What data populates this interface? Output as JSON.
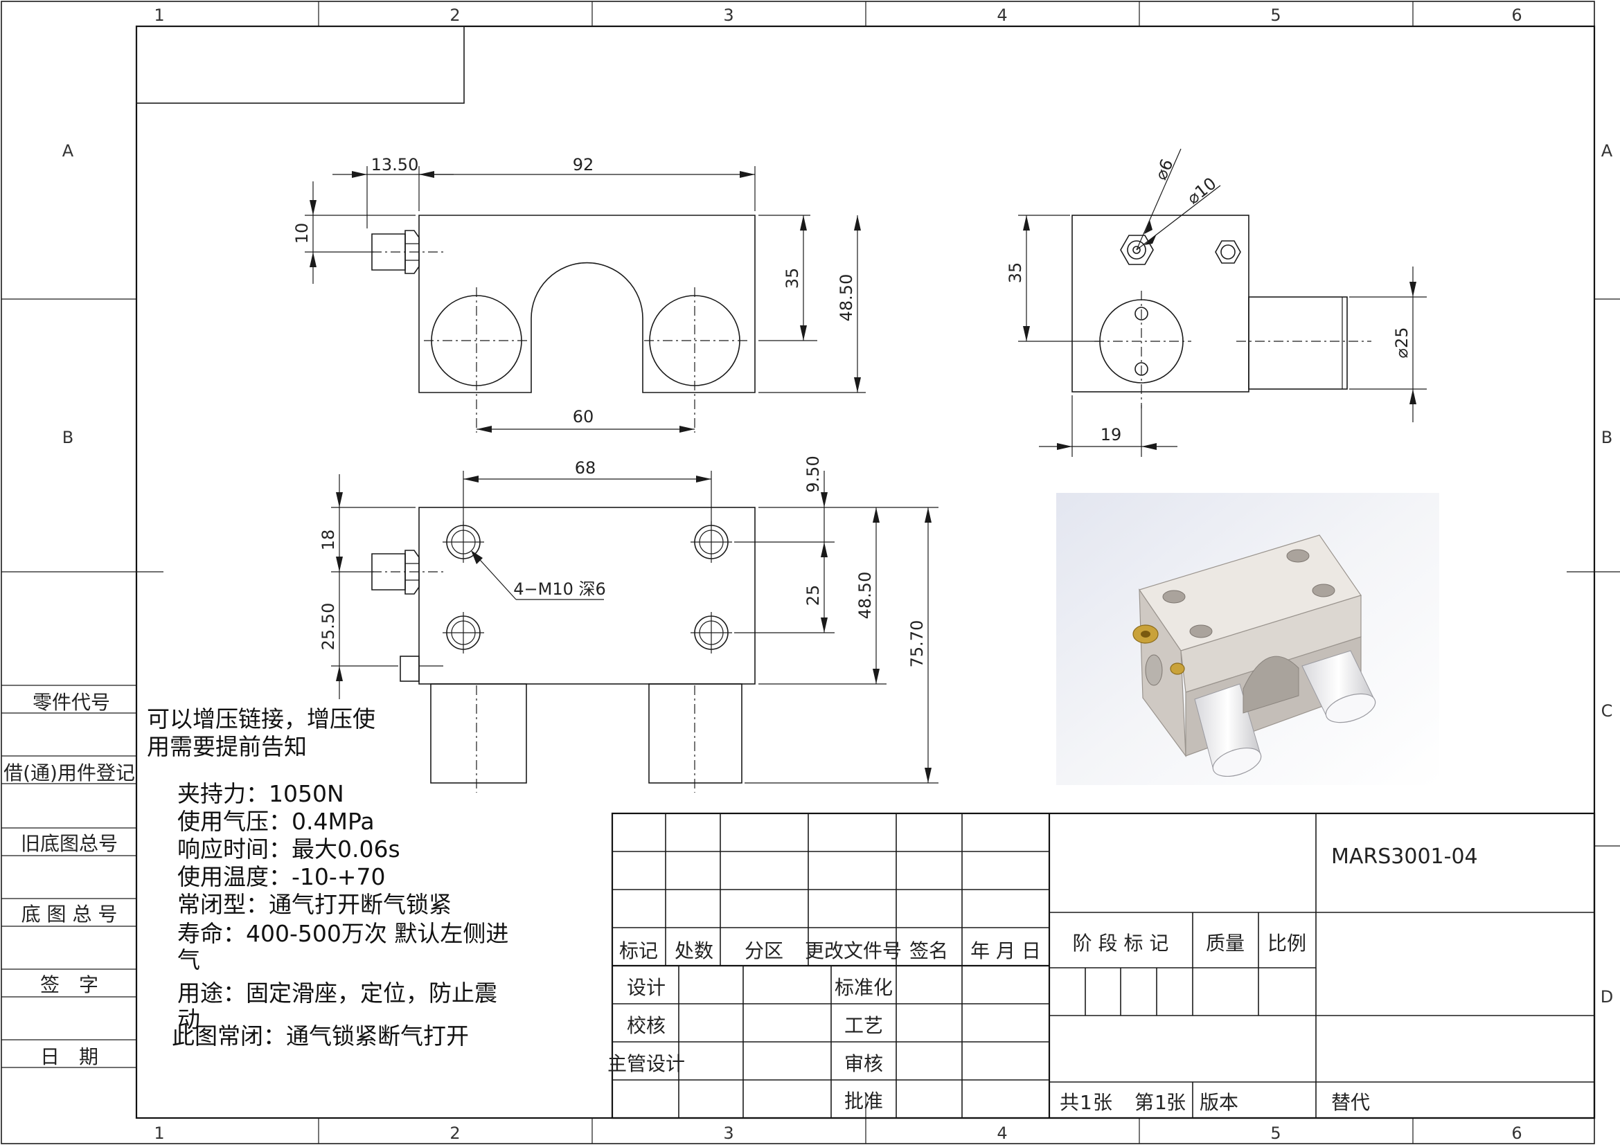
{
  "zones": {
    "columns": [
      "1",
      "2",
      "3",
      "4",
      "5",
      "6"
    ],
    "rows": [
      "A",
      "B",
      "C",
      "D"
    ]
  },
  "side_panel": [
    "零件代号",
    "借(通)用件登记",
    "旧底图总号",
    "底 图 总 号",
    "签　字",
    "日　期"
  ],
  "notes": {
    "line1": "可以增压链接，增压使",
    "line2": "用需要提前告知",
    "spec1": "夹持力：1050N",
    "spec2": "使用气压：0.4MPa",
    "spec3": "响应时间：最大0.06s",
    "spec4": "使用温度：-10-+70",
    "spec5": "常闭型：通气打开断气锁紧",
    "spec6a": "寿命：400-500万次 默认左侧进",
    "spec6b": "气",
    "spec7a": "用途：固定滑座，定位，防止震",
    "spec7b": "动",
    "spec8": "此图常闭：通气锁紧断气打开"
  },
  "dimensions": {
    "front_top_left": "13.50",
    "front_top_width": "92",
    "front_left_h": "10",
    "front_right_h1": "35",
    "front_right_h2": "48.50",
    "front_bottom": "60",
    "side_d6": "⌀6",
    "side_d10": "⌀10",
    "side_left_h": "35",
    "side_d25": "⌀25",
    "side_bottom": "19",
    "top_width": "68",
    "top_9_50": "9.50",
    "top_18": "18",
    "top_25": "25",
    "top_48_50": "48.50",
    "top_75_70": "75.70",
    "top_25_50": "25.50",
    "hole_callout": "4−M10 深6"
  },
  "title_block": {
    "labels": {
      "mark": "标记",
      "count": "处数",
      "zone": "分区",
      "doc": "更改文件号",
      "sign": "签名",
      "date": "年 月 日",
      "design": "设计",
      "check": "校核",
      "chief": "主管设计",
      "standard": "标准化",
      "process": "工艺",
      "review": "审核",
      "approve": "批准",
      "stage": "阶 段 标 记",
      "mass": "质量",
      "scale": "比例",
      "sheets_total": "共",
      "sheets_total_unit": "张",
      "sheet_no": "第",
      "sheet_no_unit": "张",
      "version": "版本",
      "replace": "替代"
    },
    "part_number": "MARS3001-04",
    "sheets_total_value": "1",
    "sheet_no_value": "1"
  },
  "colors": {
    "line": "#1a1a1a",
    "render_bg": "#e9ebf3",
    "block": "#d2cdc8",
    "fitting": "#c9a23a"
  }
}
